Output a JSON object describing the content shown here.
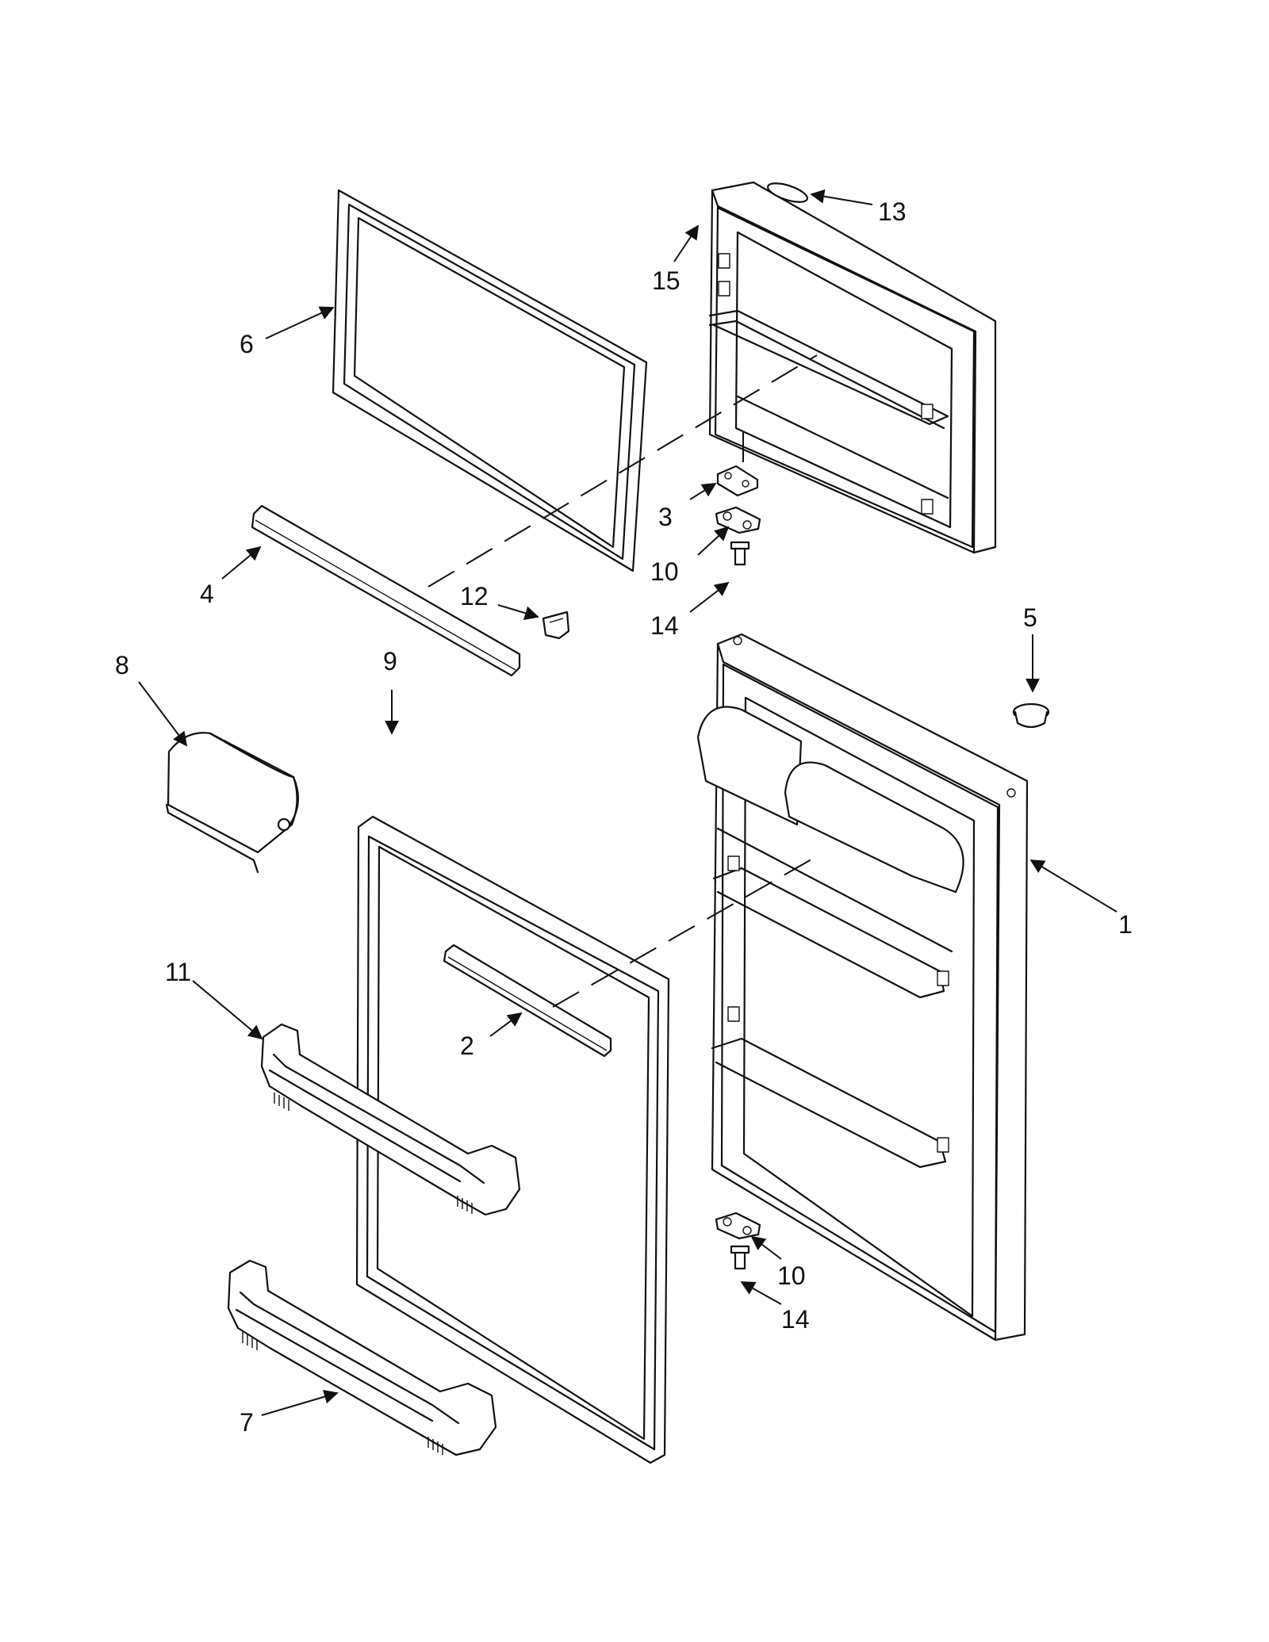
{
  "callouts": {
    "c1": "1",
    "c2": "2",
    "c3": "3",
    "c4": "4",
    "c5": "5",
    "c6": "6",
    "c7": "7",
    "c8": "8",
    "c9": "9",
    "c10a": "10",
    "c10b": "10",
    "c11": "11",
    "c12": "12",
    "c13": "13",
    "c14a": "14",
    "c14b": "14",
    "c15": "15"
  },
  "colors": {
    "line": "#111111",
    "background": "#ffffff",
    "shading": "#d9d9d9"
  }
}
